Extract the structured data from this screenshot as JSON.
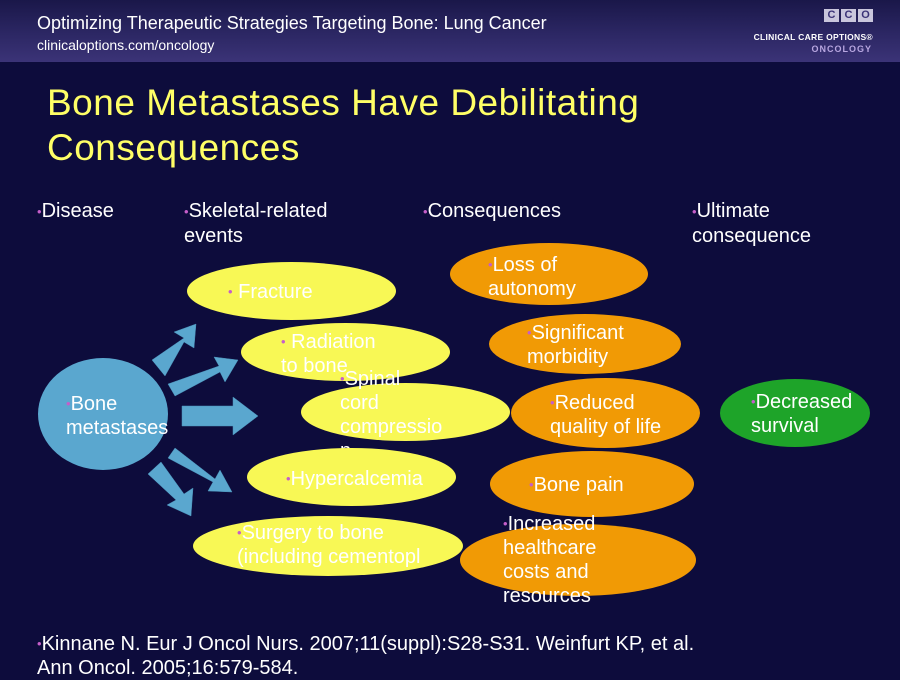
{
  "header": {
    "title": "Optimizing Therapeutic Strategies Targeting Bone: Lung Cancer",
    "url": "clinicaloptions.com/oncology",
    "logo_letters": [
      "C",
      "C",
      "O"
    ],
    "logo_main": "CLINICAL CARE OPTIONS®",
    "logo_sub": "ONCOLOGY"
  },
  "slide": {
    "title_line1": "Bone Metastases Have Debilitating",
    "title_line2": "Consequences"
  },
  "columns": {
    "disease": "Disease",
    "sre_line1": "Skeletal-related",
    "sre_line2": "events",
    "consequences": "Consequences",
    "ultimate_line1": "Ultimate",
    "ultimate_line2": "consequence"
  },
  "nodes": {
    "bone_mets": [
      "Bone",
      "metastases"
    ],
    "fracture": [
      "Fracture"
    ],
    "radiation": [
      "Radiation",
      "to bone"
    ],
    "spinal": [
      "Spinal",
      "cord",
      "compressio",
      "n"
    ],
    "hypercalcemia": [
      "Hypercalcemia"
    ],
    "surgery": [
      "Surgery to bone",
      "(including cementopl"
    ],
    "loss_autonomy": [
      "Loss of",
      "autonomy"
    ],
    "morbidity": [
      "Significant",
      "morbidity"
    ],
    "quality": [
      "Reduced",
      "quality of life"
    ],
    "bone_pain": [
      "Bone pain"
    ],
    "healthcare": [
      "Increased",
      "healthcare",
      "costs and",
      "resources"
    ],
    "survival": [
      "Decreased",
      "survival"
    ]
  },
  "reference": {
    "line1": "Kinnane N. Eur J Oncol Nurs. 2007;11(suppl):S28-S31. Weinfurt KP, et al.",
    "line2": "Ann Oncol. 2005;16:579-584."
  },
  "colors": {
    "background": "#0d0c3c",
    "title": "#ffff66",
    "bullet": "#c55ec9",
    "sre_fill": "#f8f855",
    "consequence_fill": "#f19a05",
    "disease_fill": "#5aa7cf",
    "survival_fill": "#1ea429",
    "arrow_fill": "#5aa7cf"
  }
}
